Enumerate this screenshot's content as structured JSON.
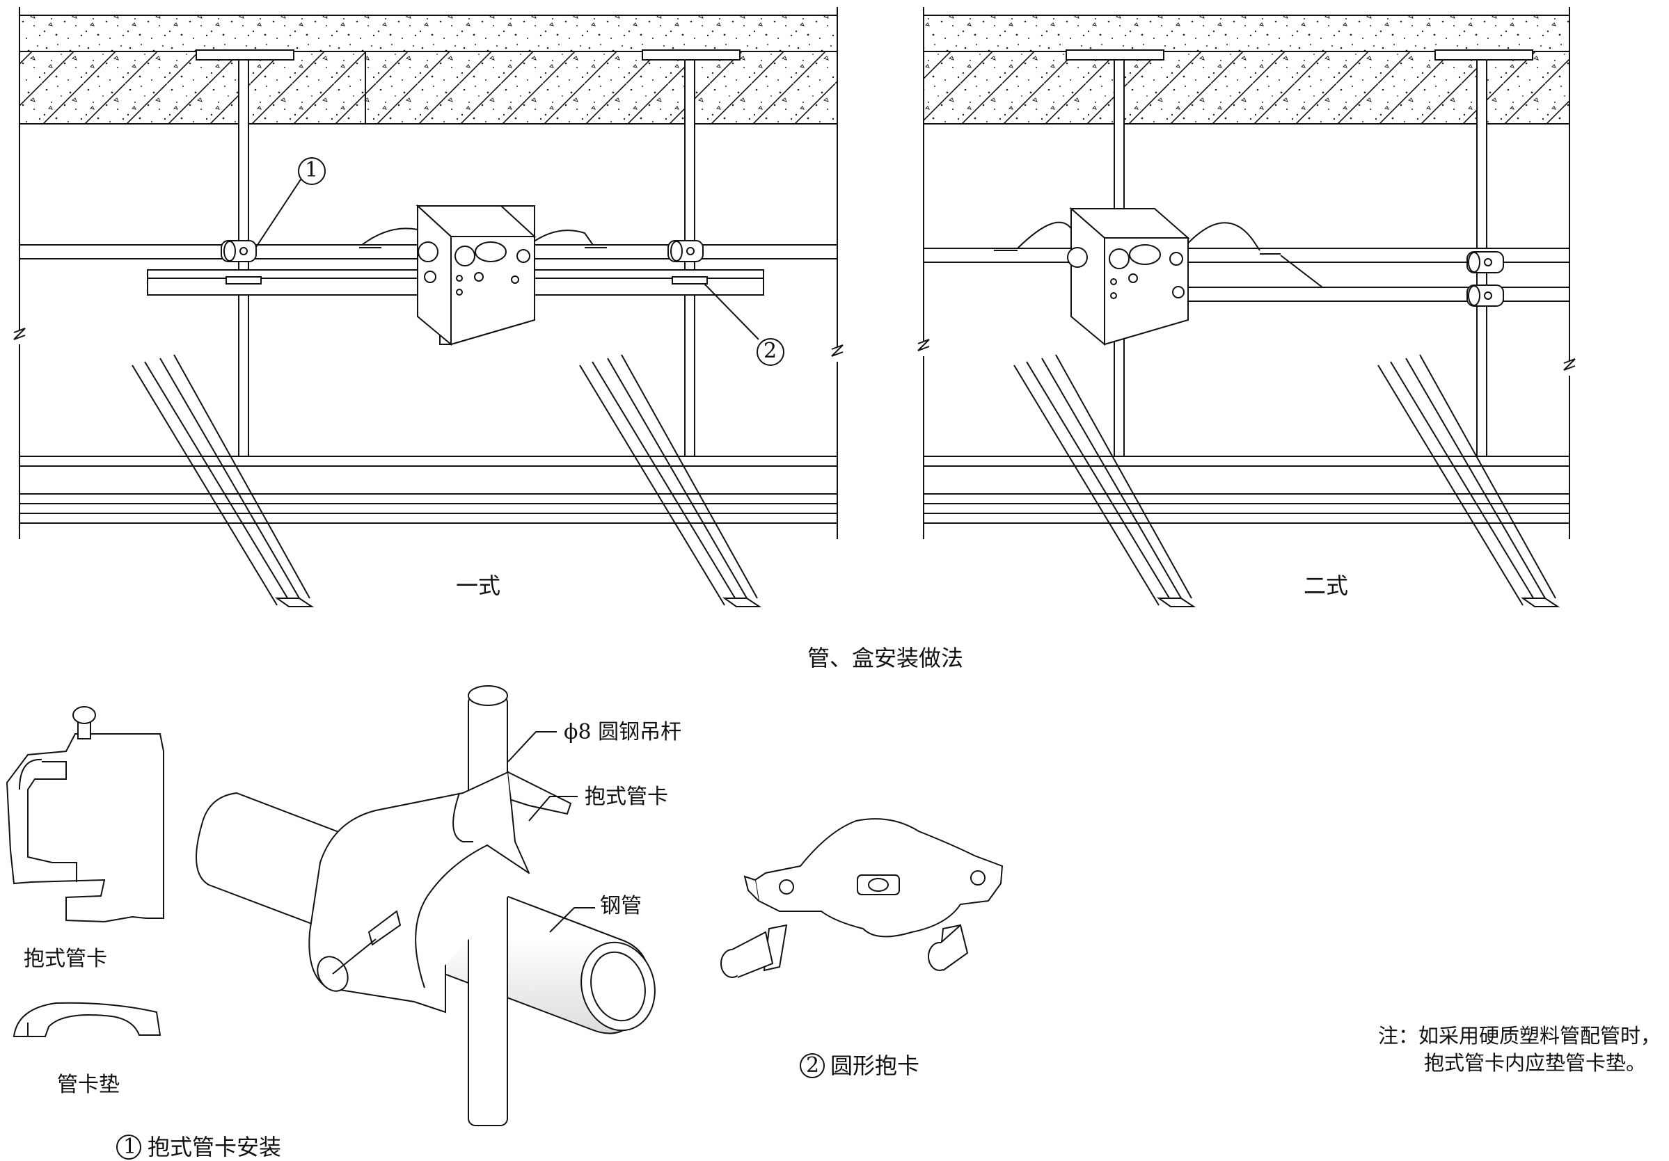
{
  "captions": {
    "style1": "一式",
    "style2": "二式",
    "main_title": "管、盒安装做法"
  },
  "markers": {
    "m1": "1",
    "m2": "2"
  },
  "detail1": {
    "rod_label": "ϕ8 圆钢吊杆",
    "clamp_label": "抱式管卡",
    "pipe_label": "钢管",
    "clamp_part_label": "抱式管卡",
    "pad_label": "管卡垫",
    "caption_num": "1",
    "caption_text": "抱式管卡安装"
  },
  "detail2": {
    "caption_num": "2",
    "caption_text": "圆形抱卡"
  },
  "note": {
    "line1": "注：如采用硬质塑料管配管时，",
    "line2": "抱式管卡内应垫管卡垫。"
  }
}
